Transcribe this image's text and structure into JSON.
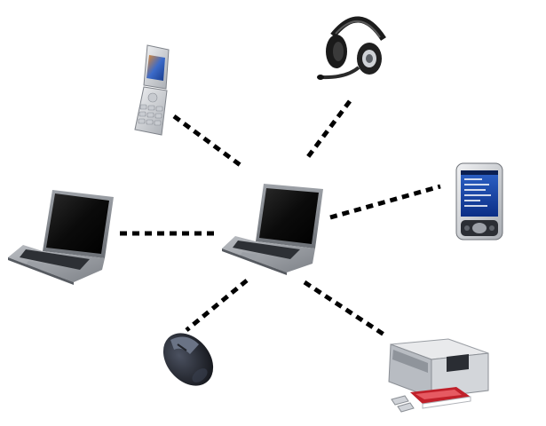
{
  "diagram": {
    "type": "star-topology",
    "hub": {
      "device": "laptop",
      "icon": "laptop-icon"
    },
    "peripherals": [
      {
        "device": "flip-phone",
        "icon": "flip-phone-icon"
      },
      {
        "device": "headset",
        "icon": "headset-icon"
      },
      {
        "device": "laptop",
        "icon": "laptop-icon"
      },
      {
        "device": "pda",
        "icon": "pda-icon"
      },
      {
        "device": "mouse",
        "icon": "mouse-icon"
      },
      {
        "device": "printer",
        "icon": "printer-icon"
      }
    ],
    "link_style": "dashed",
    "colors": {
      "background": "#ffffff",
      "link": "#000000",
      "laptop_body": "#8c8f94",
      "screen": "#0c0c0c",
      "printer_tray": "#c0202a"
    }
  }
}
